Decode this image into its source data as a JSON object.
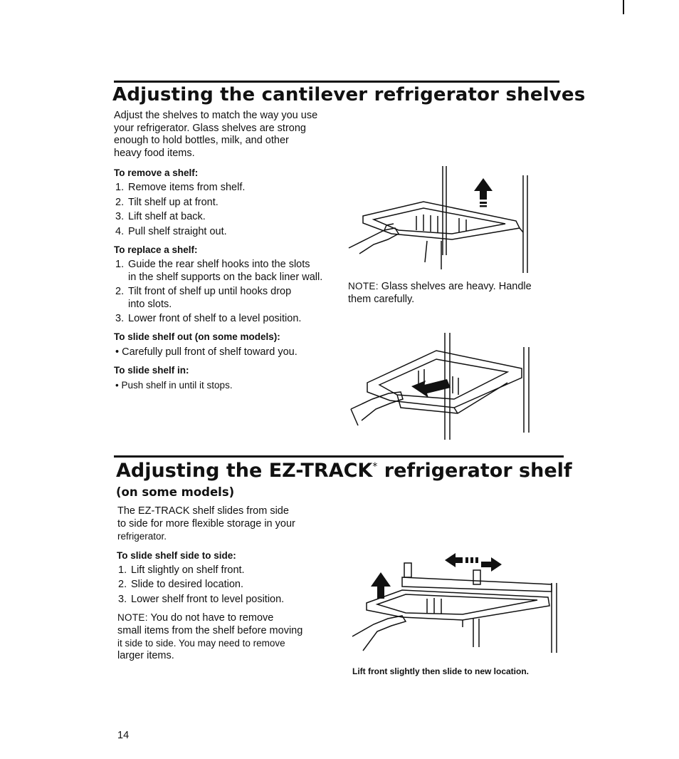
{
  "section1": {
    "title": "Adjusting the cantilever refrigerator shelves",
    "intro": [
      "Adjust the shelves to match the way you use",
      "your refrigerator. Glass shelves are strong",
      "enough to hold bottles, milk, and other",
      "heavy food items."
    ],
    "remove": {
      "heading": "To remove a shelf:",
      "steps": [
        "1.",
        "Remove items from shelf.",
        "2.",
        "Tilt shelf up at front.",
        "3.",
        "Lift shelf at back.",
        "4.",
        "Pull shelf straight out."
      ]
    },
    "replace": {
      "heading": "To replace a shelf:",
      "steps": [
        "1.",
        "Guide the rear shelf hooks into the slots",
        "in the shelf supports on the back liner wall.",
        "2.",
        "Tilt front of shelf up until hooks drop",
        "into slots.",
        "3.",
        "Lower front of shelf to a level position."
      ]
    },
    "slide_out": {
      "heading": "To slide shelf out (on some models):",
      "bullet": "Carefully pull front of shelf toward you."
    },
    "slide_in": {
      "heading": "To slide shelf in:",
      "bullet": "Push shelf in until it stops."
    },
    "note": {
      "label": "NOTE:",
      "text": "Glass shelves are heavy. Handle",
      "text2": "them carefully."
    }
  },
  "section2": {
    "title": "Adjusting the EZ-TRACK",
    "title_mark": "*",
    "title_end": "refrigerator shelf",
    "subtitle": "(on some models)",
    "intro": [
      "The EZ-TRACK shelf slides from side",
      "to side for more flexible storage in your",
      "refrigerator."
    ],
    "slide": {
      "heading": "To slide shelf side to side:",
      "steps": [
        "1.",
        "Lift slightly on shelf front.",
        "2.",
        "Slide to desired location.",
        "3.",
        "Lower shelf front to level position."
      ]
    },
    "note": {
      "label": "NOTE:",
      "lines": [
        "You do not have to remove",
        "small items from the shelf before moving",
        "it side to side. You may need to remove",
        "larger items."
      ]
    },
    "caption": "Lift front slightly then slide to new location."
  },
  "page_number": "14"
}
